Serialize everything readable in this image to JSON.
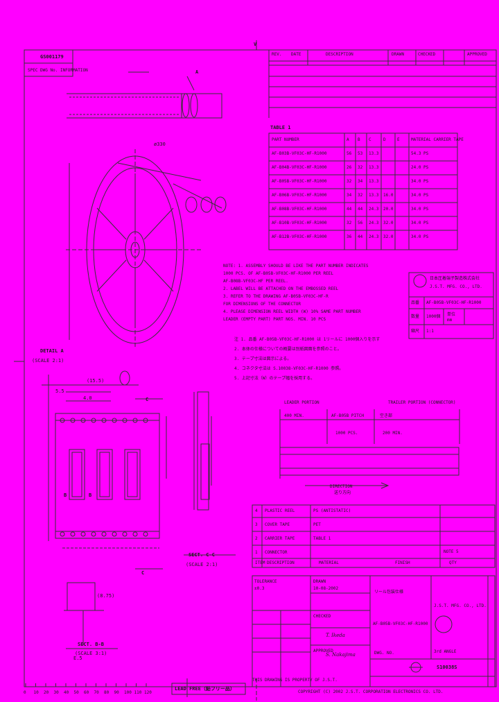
{
  "header": {
    "drawing_no_top": "GS001179",
    "top_note": "SPEC DWG No. INFORMATION",
    "center_mark": "V",
    "rev_headers": [
      "REV.",
      "DATE",
      "DESCRIPTION",
      "DRAWN",
      "CHECKED",
      "APPROVED"
    ]
  },
  "views": {
    "detail_a_title": "DETAIL A",
    "detail_a_scale": "(SCALE 2:1)",
    "section_cc_title": "SECT. C-C",
    "section_cc_scale": "(SCALE 2:1)",
    "section_bb_title": "SECT. B-B",
    "section_bb_scale": "(SCALE 3:1)",
    "label_a": "A",
    "label_b": "B",
    "label_c": "C",
    "dim_5_5": "5.5",
    "dim_15_5": "(15.5)",
    "dim_4_0": "4.0",
    "dim_e_5": "E.5",
    "dim_8_plus": "(8.75)",
    "dia_note": "ø330",
    "direction_label": "DIRECTION",
    "direction_sub": "送り方向"
  },
  "table1": {
    "title": "TABLE 1",
    "headers": [
      "PART NUMBER",
      "A",
      "B",
      "C",
      "D",
      "E",
      "MATERIAL CARRIER TAPE"
    ],
    "rows": [
      [
        "AF-B03B-VF03C-HF-R1000",
        "56",
        "53",
        "13.3",
        "",
        "",
        "54.3 PS"
      ],
      [
        "AF-B04B-VF03C-HF-R1000",
        "26",
        "32",
        "13.3",
        "",
        "",
        "24.0 PS"
      ],
      [
        "AF-B05B-VF03C-HF-R1000",
        "32",
        "34",
        "13.3",
        "",
        "",
        "34.0 PS"
      ],
      [
        "AF-B06B-VF03C-HF-R1000",
        "34",
        "32",
        "13.3",
        "16.0",
        "",
        "34.0 PS"
      ],
      [
        "AF-B08B-VF03C-HF-R1000",
        "44",
        "44",
        "24.3",
        "20.0",
        "",
        "34.0 PS"
      ],
      [
        "AF-B10B-VF03C-HF-R1000",
        "32",
        "56",
        "24.3",
        "32.0",
        "",
        "34.0 PS"
      ],
      [
        "AF-B12B-VF03C-HF-R1000",
        "36",
        "44",
        "24.3",
        "32.0",
        "",
        "34.0 PS"
      ]
    ]
  },
  "notes_en": [
    "NOTE: 1. ASSEMBLY SHOULD BE LIKE THE PART NUMBER INDICATES",
    "   1000 PCS. OF AF-B05B-VF03C-HF-R1000 PER REEL",
    "   AF-B08B-VF03C-HF PER REEL.",
    "2. LABEL WILL BE ATTACHED ON THE EMBOSSED REEL",
    "3. REFER TO THE DRAWING AF-B05B-VF03C-HF-R",
    "   FOR DIMENSIONS OF THE CONNECTOR",
    "4. PLEASE DIMENSION REEL WIDTH (W) 10% SAME PART NUMBER",
    "   LEADER (EMPTY PART) PART NOS. MIN. 10 PCS"
  ],
  "notes_jp": [
    "注  1. 品番 AF-B05B-VF03C-HF-R1000 は 1リールに 1000個入りを示す",
    "    2. 本体の仕様についての概要は別紙図面を参照のこと。",
    "    3. テープ寸法は図示による。",
    "    4. コネクタ寸法は S.10038-VF03C-HF-R1000 参照。",
    "    5. 上記寸法（W）のテープ幅を採用する。"
  ],
  "company_box": {
    "name_jp": "日本圧着端子製造株式会社",
    "name_en": "J.S.T. MFG. CO., LTD.",
    "part_label": "品番",
    "part_value": "AF-B05B-VF03C-HF-R1000",
    "qty_label": "数量",
    "qty_value": "1000個",
    "scale_label": "縮尺",
    "scale_value": "1:1",
    "unit_label": "単位",
    "unit_value": "mm"
  },
  "reel_strip": {
    "leader_label": "LEADER PORTION",
    "trailer_label": "TRAILER PORTION (CONNECTOR)",
    "empty_1": "AF-B05B PITCH",
    "empty_2": "空き部",
    "filled_label": "1000 PCS.",
    "leader_len": "400 MIN.",
    "trailer_len": "200 MIN."
  },
  "bom": {
    "rows": [
      {
        "no": "4",
        "name": "PLASTIC REEL",
        "spec": "PS (ANTISTATIC)"
      },
      {
        "no": "3",
        "name": "COVER TAPE",
        "spec": "PET"
      },
      {
        "no": "2",
        "name": "CARRIER TAPE",
        "spec": "TABLE 1"
      },
      {
        "no": "1",
        "name": "CONNECTOR",
        "spec": ""
      }
    ],
    "headers": [
      "ITEM",
      "DESCRIPTION",
      "MATERIAL",
      "FINISH",
      "QTY"
    ],
    "note_right": "NOTE 5"
  },
  "title_block": {
    "tolerance_label": "TOLERANCE",
    "tolerance_value": "±0.3",
    "drawn_label": "DRAWN",
    "date_value": "10-08-2002",
    "checked_label": "CHECKED",
    "approved_label": "APPROVED",
    "signature_1": "T. Ikeda",
    "signature_2": "S. Nakajima",
    "title_jp": "リール包装仕様",
    "title_part": "AF-B05B-VF03C-HF-R1000",
    "company": "J.S.T. MFG. CO., LTD.",
    "dwg_no_label": "DWG. NO.",
    "dwg_no": "S10038S",
    "third_angle": "3rd ANGLE",
    "copyright": "COPYRIGHT (C) 2002 J.S.T. CORPORATION ELECTRONICS CO. LTD.",
    "confidential": "THIS DRAWING IS PROPERTY OF J.S.T."
  },
  "footer": {
    "lead_free": "LEAD FREE（鉛フリー品）",
    "scale_ticks": [
      "0",
      "10",
      "20",
      "30",
      "40",
      "50",
      "60",
      "70",
      "80",
      "90",
      "100",
      "110",
      "120"
    ]
  },
  "colors": {
    "background": "#ff00ff",
    "ink": "#222222"
  }
}
